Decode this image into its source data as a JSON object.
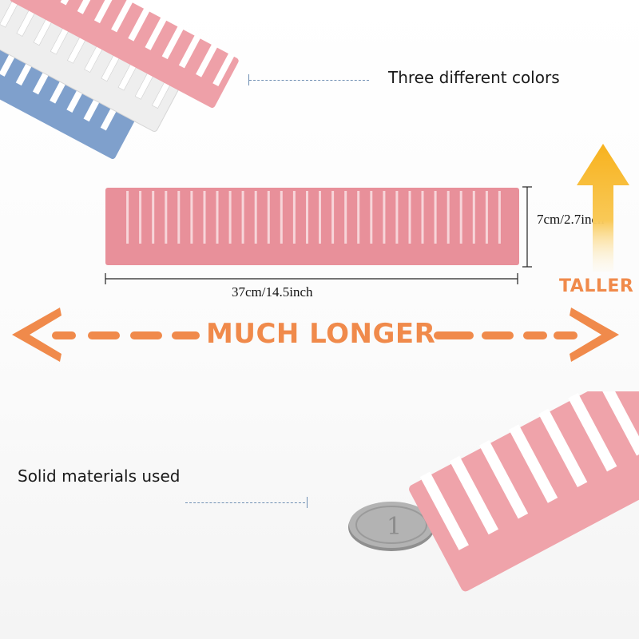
{
  "captions": {
    "colors": "Three different colors",
    "height": "7cm/2.7inch",
    "width": "37cm/14.5inch",
    "taller": "TALLER",
    "longer": "MUCH LONGER",
    "material": "Solid materials used"
  },
  "colors": {
    "pink": "#e8909a",
    "white": "#eeeeee",
    "blue": "#7fa0cc",
    "orange": "#f08a4b",
    "coin": "#a9a9a9"
  }
}
